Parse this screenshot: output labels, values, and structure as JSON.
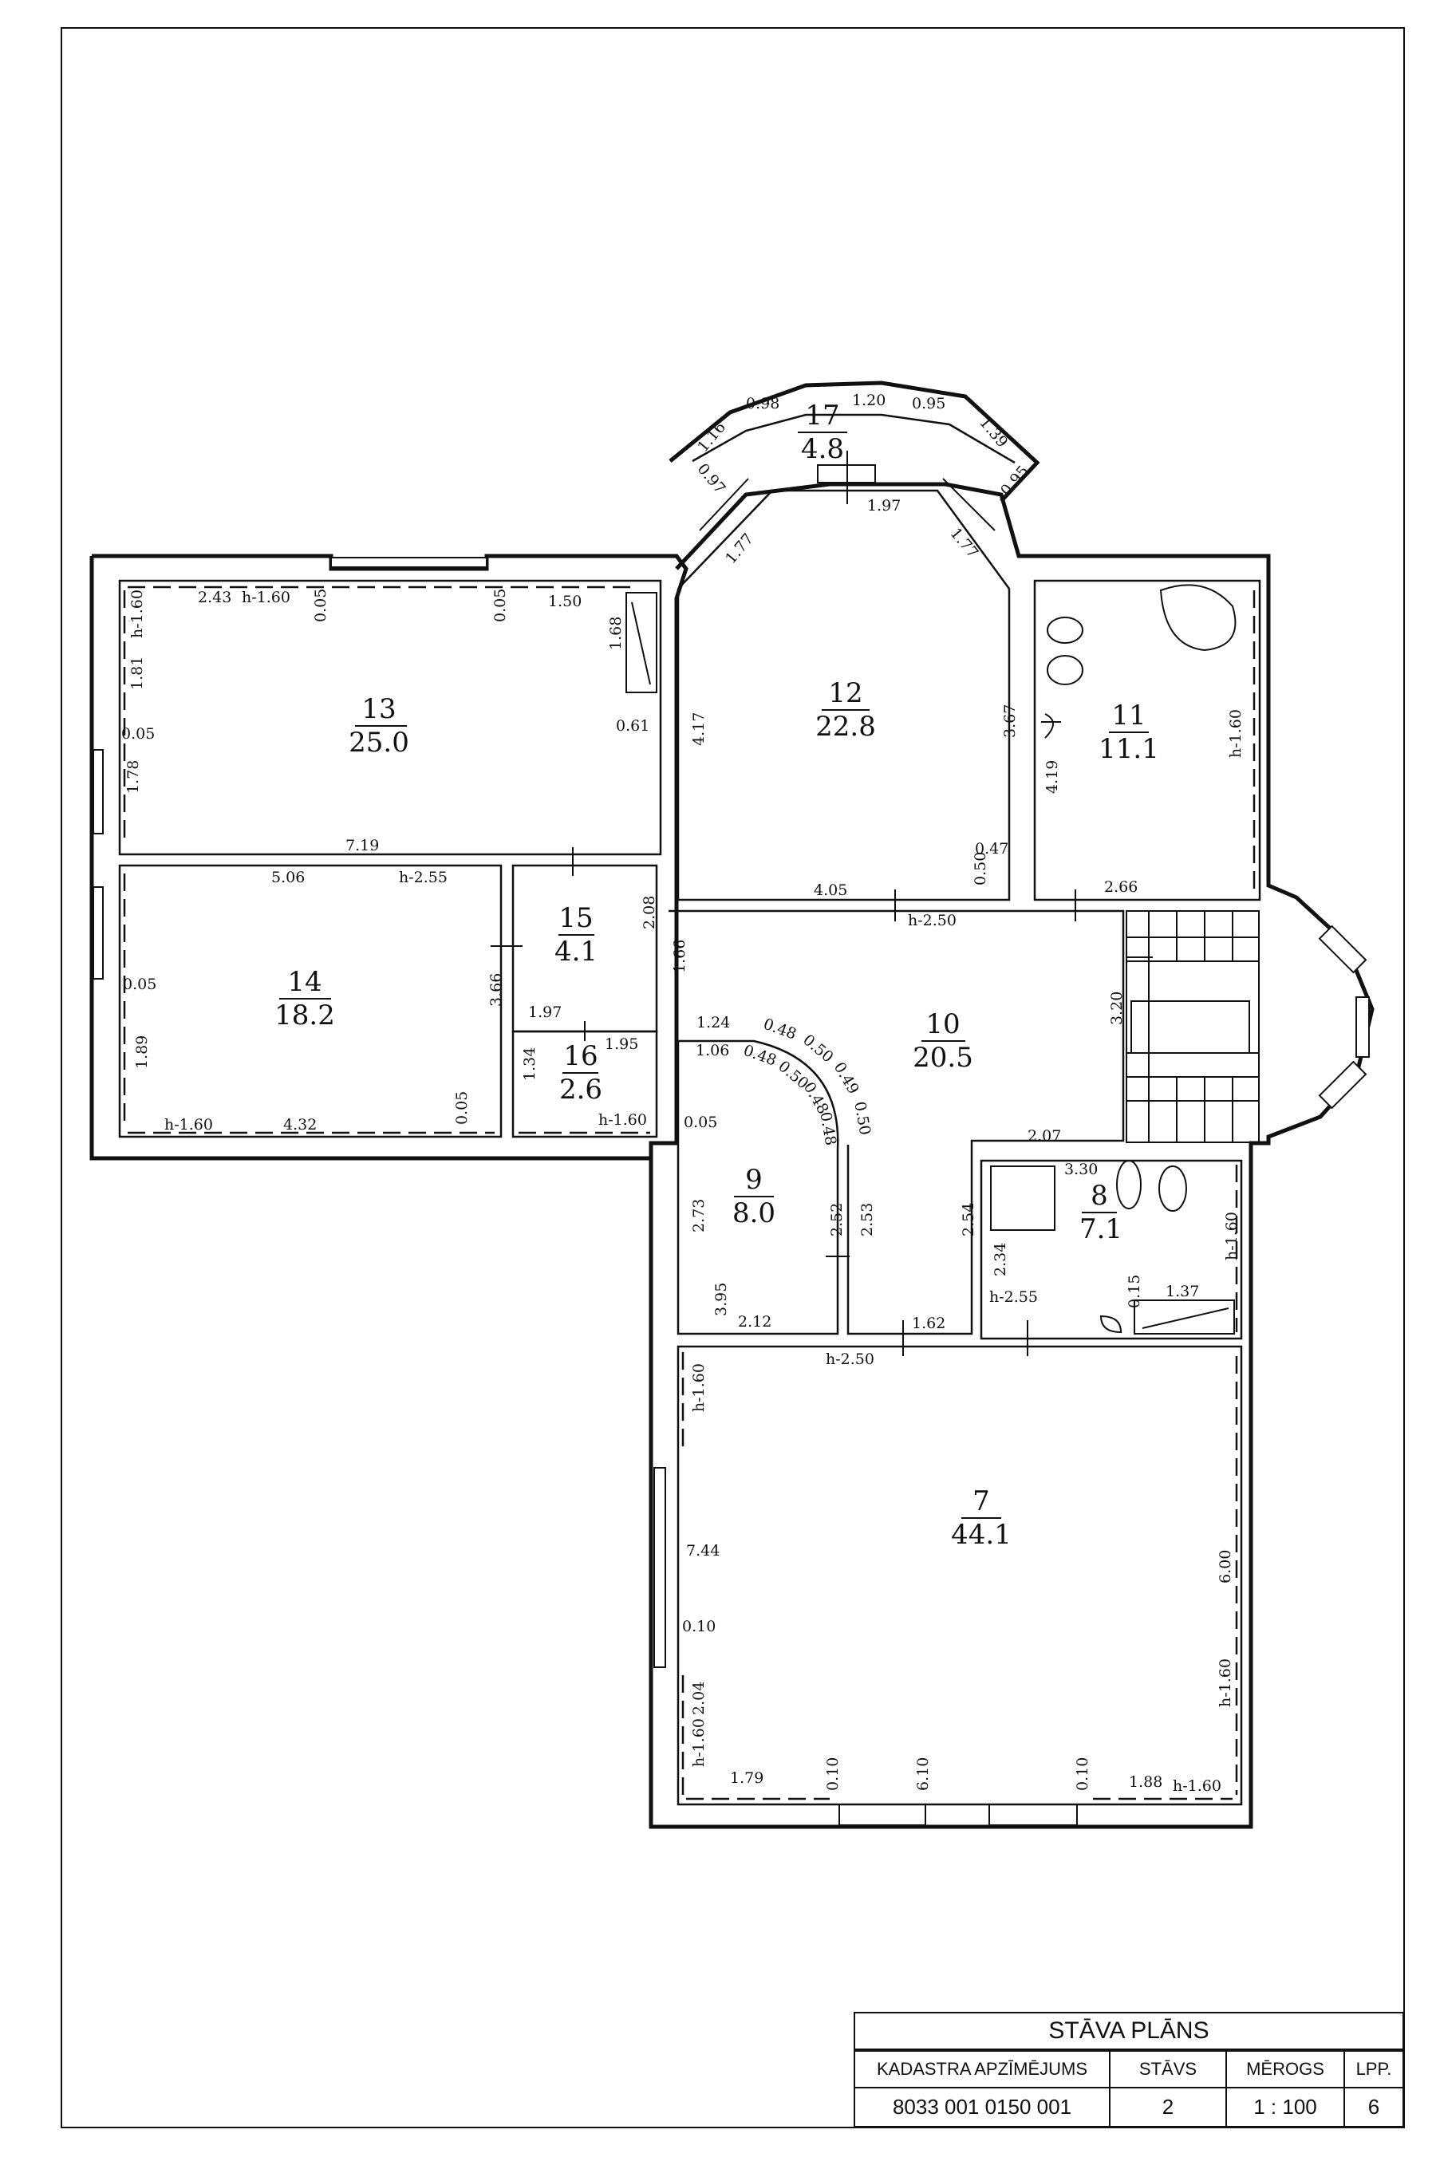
{
  "rooms": [
    {
      "num": "7",
      "area": "44.1"
    },
    {
      "num": "8",
      "area": "7.1"
    },
    {
      "num": "9",
      "area": "8.0"
    },
    {
      "num": "10",
      "area": "20.5"
    },
    {
      "num": "11",
      "area": "11.1"
    },
    {
      "num": "12",
      "area": "22.8"
    },
    {
      "num": "13",
      "area": "25.0"
    },
    {
      "num": "14",
      "area": "18.2"
    },
    {
      "num": "15",
      "area": "4.1"
    },
    {
      "num": "16",
      "area": "2.6"
    },
    {
      "num": "17",
      "area": "4.8"
    }
  ],
  "dims": [
    "0.98",
    "1.20",
    "0.95",
    "1.16",
    "1.39",
    "0.97",
    "0.95",
    "1.97",
    "1.77",
    "1.77",
    "2.43",
    "h-1.60",
    "0.05",
    "0.05",
    "1.50",
    "h-1.60",
    "1.81",
    "1.68",
    "0.61",
    "0.05",
    "1.78",
    "7.19",
    "4.17",
    "3.67",
    "0.47",
    "0.50",
    "4.05",
    "h-2.50",
    "4.19",
    "h-1.60",
    "2.66",
    "5.06",
    "h-2.55",
    "0.05",
    "3.66",
    "1.89",
    "h-1.60",
    "4.32",
    "0.05",
    "2.08",
    "1.97",
    "1.66",
    "1.95",
    "1.34",
    "h-1.60",
    "1.24",
    "0.48",
    "0.50",
    "0.49",
    "0.50",
    "1.06",
    "0.48",
    "0.50",
    "0.48",
    "0.48",
    "3.20",
    "0.05",
    "2.73",
    "2.52",
    "2.53",
    "3.95",
    "2.12",
    "2.07",
    "3.30",
    "2.54",
    "h-1.60",
    "2.34",
    "h-2.55",
    "0.15",
    "1.37",
    "1.62",
    "h-2.50",
    "h-1.60",
    "7.44",
    "0.10",
    "2.04",
    "h-1.60",
    "1.79",
    "0.10",
    "6.10",
    "0.10",
    "1.88",
    "h-1.60",
    "6.00",
    "h-1.60"
  ],
  "title_block": {
    "title": "STĀVA PLĀNS",
    "headers": [
      "KADASTRA APZĪMĒJUMS",
      "STĀVS",
      "MĒROGS",
      "LPP."
    ],
    "values": [
      "8033 001 0150 001",
      "2",
      "1 : 100",
      "6"
    ]
  }
}
